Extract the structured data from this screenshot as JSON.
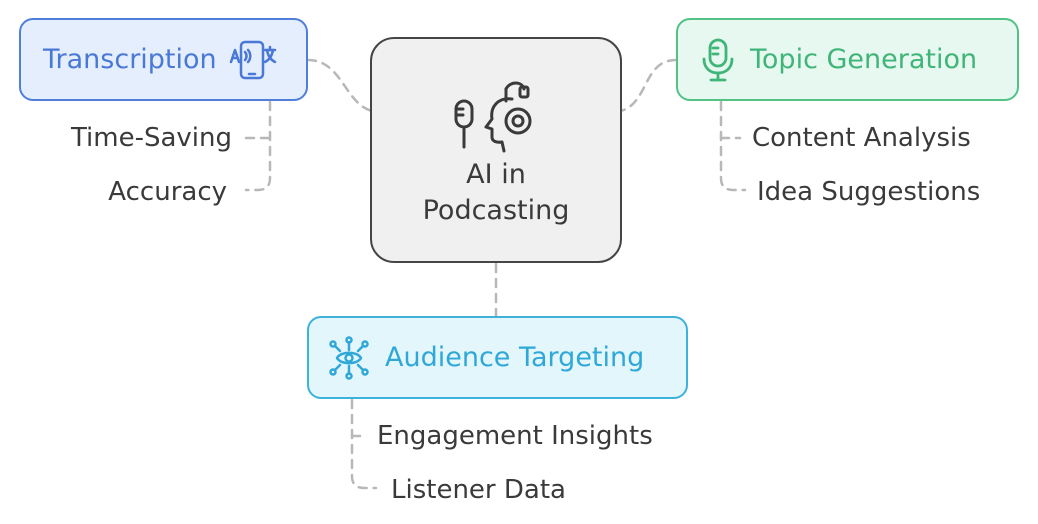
{
  "center": {
    "title": "AI in Podcasting",
    "icon": "podcaster-ai-icon"
  },
  "branches": {
    "transcription": {
      "label": "Transcription",
      "icon": "speech-to-text-phone-icon",
      "color": "#4a78d6",
      "items": [
        "Time-Saving",
        "Accuracy"
      ]
    },
    "topic_generation": {
      "label": "Topic Generation",
      "icon": "microphone-icon",
      "color": "#3fb57a",
      "items": [
        "Content Analysis",
        "Idea Suggestions"
      ]
    },
    "audience_targeting": {
      "label": "Audience Targeting",
      "icon": "eye-network-icon",
      "color": "#2fa8d8",
      "items": [
        "Engagement Insights",
        "Listener Data"
      ]
    }
  }
}
